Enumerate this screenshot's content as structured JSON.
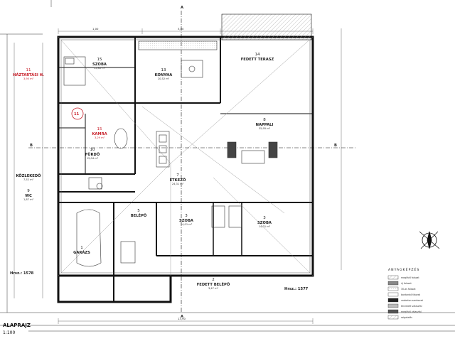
{
  "title": {
    "line1": "ALAPRAJZ",
    "line2": "1:100"
  },
  "rooms": [
    {
      "num": "15",
      "name": "SZOBA",
      "area": "15,80 m²",
      "red": false
    },
    {
      "num": "13",
      "name": "KONYHA",
      "area": "20,52 m²",
      "red": false
    },
    {
      "num": "14",
      "name": "FEDETT TERASZ",
      "area": "",
      "red": false
    },
    {
      "num": "11",
      "name": "HÁZTARTÁSI H.",
      "area": "3,95 m²",
      "red": true
    },
    {
      "num": "15",
      "name": "KAMRA",
      "area": "3,29 m²",
      "red": true
    },
    {
      "num": "8",
      "name": "NAPPALI",
      "area": "35,95 m²",
      "red": false
    },
    {
      "num": "10",
      "name": "FÜRDŐ",
      "area": "15,04 m²",
      "red": false
    },
    {
      "num": "7",
      "name": "ÉTKEZŐ",
      "area": "24,31 m²",
      "red": false
    },
    {
      "num": "",
      "name": "KÖZLEKEDŐ",
      "area": "7,52 m²",
      "red": false
    },
    {
      "num": "9",
      "name": "WC",
      "area": "1,87 m²",
      "red": false
    },
    {
      "num": "3",
      "name": "SZOBA",
      "area": "14,01 m²",
      "red": false
    },
    {
      "num": "3",
      "name": "SZOBA",
      "area": "14,01 m²",
      "red": false
    },
    {
      "num": "5",
      "name": "BELÉPŐ",
      "area": "",
      "red": false
    },
    {
      "num": "1",
      "name": "GARÁZS",
      "area": "",
      "red": false
    },
    {
      "num": "2",
      "name": "FEDETT BELÉPŐ",
      "area": "3,47 m²",
      "red": false
    }
  ],
  "labels": {
    "circle_tag": "11",
    "hrsz_left": "Hrsz.: 1578",
    "hrsz_right": "Hrsz.: 1577",
    "section_a_top": "A",
    "section_a_bottom": "A",
    "section_b_left": "B",
    "section_b_right": "B",
    "dim_top_1": "1,00",
    "dim_top_2": "3,00",
    "dim_bottom": "13,90",
    "legend_title": "ANYAGKÉPZÉS",
    "legend_items": [
      "meglévő falazat",
      "új falazat",
      "30-as falazat",
      "bontandó falazat",
      "vasbeton szerkezet",
      "tervezett válaszfal",
      "meglévő válaszfal",
      "szigetelés"
    ]
  }
}
